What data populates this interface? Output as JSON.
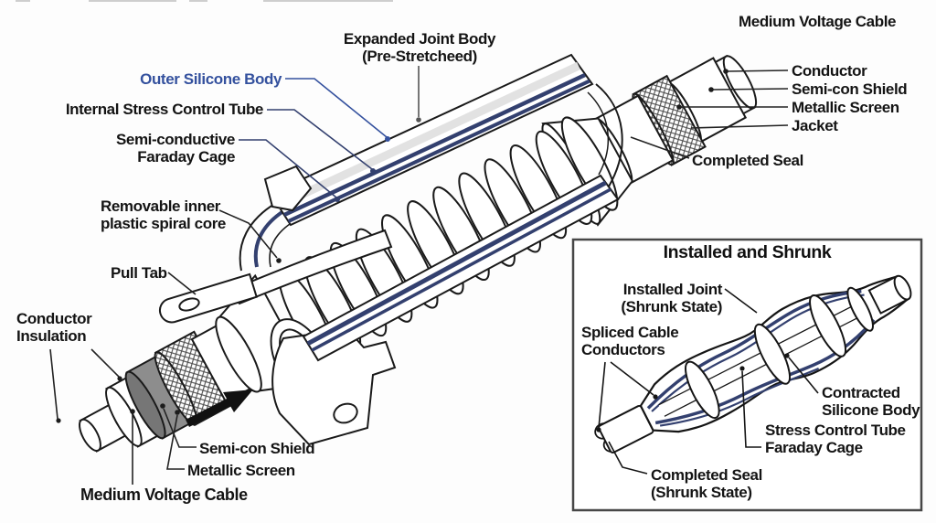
{
  "colors": {
    "label_blue": "#34519e",
    "stripe_navy": "#33406f",
    "gray_band": "#8d8d8d",
    "ink": "#1a1a1a"
  },
  "main_diagram": {
    "labels": {
      "expanded_joint_body_line1": "Expanded Joint Body",
      "expanded_joint_body_line2": "(Pre-Stretcheed)",
      "outer_silicone_body": "Outer Silicone Body",
      "internal_stress_control_tube": "Internal Stress Control Tube",
      "semi_conductive_line1": "Semi-conductive",
      "semi_conductive_line2": "Faraday Cage",
      "removable_inner_line1": "Removable inner",
      "removable_inner_line2": "plastic spiral core",
      "pull_tab": "Pull Tab",
      "conductor_insulation_line1": "Conductor",
      "conductor_insulation_line2": "Insulation",
      "semi_con_shield_bottom": "Semi-con Shield",
      "metallic_screen_bottom": "Metallic Screen",
      "medium_voltage_cable_bottom": "Medium Voltage Cable",
      "medium_voltage_cable_top": "Medium Voltage Cable",
      "conductor_top": "Conductor",
      "semi_con_shield_top": "Semi-con Shield",
      "metallic_screen_top": "Metallic Screen",
      "jacket_top": "Jacket",
      "completed_seal_top": "Completed Seal"
    }
  },
  "inset": {
    "title": "Installed and Shrunk",
    "labels": {
      "installed_joint_line1": "Installed Joint",
      "installed_joint_line2": "(Shrunk State)",
      "spliced_line1": "Spliced Cable",
      "spliced_line2": "Conductors",
      "contracted_line1": "Contracted",
      "contracted_line2": "Silicone Body",
      "stress_line1": "Stress Control Tube",
      "stress_line2": "Faraday Cage",
      "completed_seal_line1": "Completed Seal",
      "completed_seal_line2": "(Shrunk State)"
    }
  }
}
